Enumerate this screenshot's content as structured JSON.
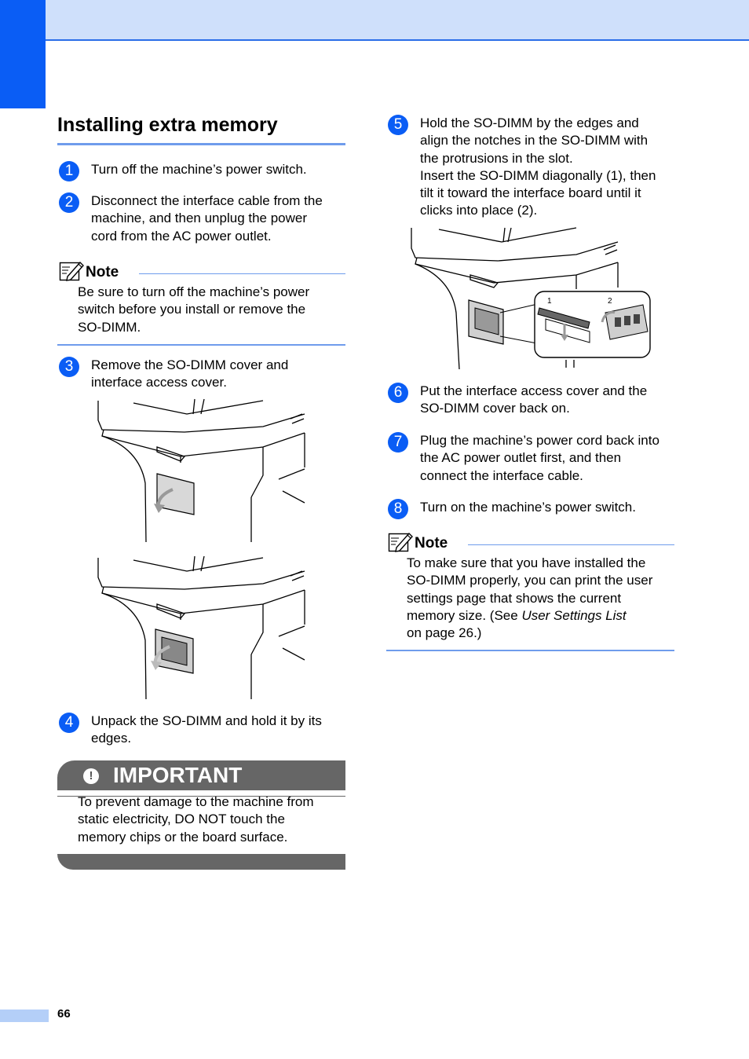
{
  "section_title": "Installing extra memory",
  "steps": [
    {
      "num": "1",
      "text": "Turn off the machine’s power switch."
    },
    {
      "num": "2",
      "text": "Disconnect the interface cable from the\nmachine, and then unplug the power\ncord from the AC power outlet."
    },
    {
      "num": "3",
      "text": "Remove the SO-DIMM cover and\ninterface access cover."
    },
    {
      "num": "4",
      "text": "Unpack the SO-DIMM and hold it by its\nedges."
    },
    {
      "num": "5",
      "text": "Hold the SO-DIMM by the edges and\nalign the notches in the SO-DIMM with\nthe protrusions in the slot.\nInsert the SO-DIMM diagonally (1), then\ntilt it toward the interface board until it\nclicks into place (2)."
    },
    {
      "num": "6",
      "text": "Put the interface access cover and the\nSO-DIMM cover back on."
    },
    {
      "num": "7",
      "text": "Plug the machine’s power cord back into\nthe AC power outlet first, and then\nconnect the interface cable."
    },
    {
      "num": "8",
      "text": "Turn on the machine’s power switch."
    }
  ],
  "note1": {
    "label": "Note",
    "text": "Be sure to turn off the machine’s power\nswitch before you install or remove the\nSO-DIMM."
  },
  "note2": {
    "label": "Note",
    "text_before": "To make sure that you have installed the\nSO-DIMM properly, you can print the user\nsettings page that shows the current\nmemory size. (See ",
    "text_link": "User Settings List",
    "text_after": "\non page 26.)"
  },
  "important": {
    "title": "IMPORTANT",
    "text": "To prevent damage to the machine from\nstatic electricity, DO NOT touch the\nmemory chips or the board surface."
  },
  "figure_labels": {
    "insert": "1",
    "tilt": "2"
  },
  "page_number": "66",
  "colors": {
    "accent": "#0a5df5",
    "rule": "#6f9cec",
    "band": "#cfe0fb",
    "important": "#666666"
  }
}
